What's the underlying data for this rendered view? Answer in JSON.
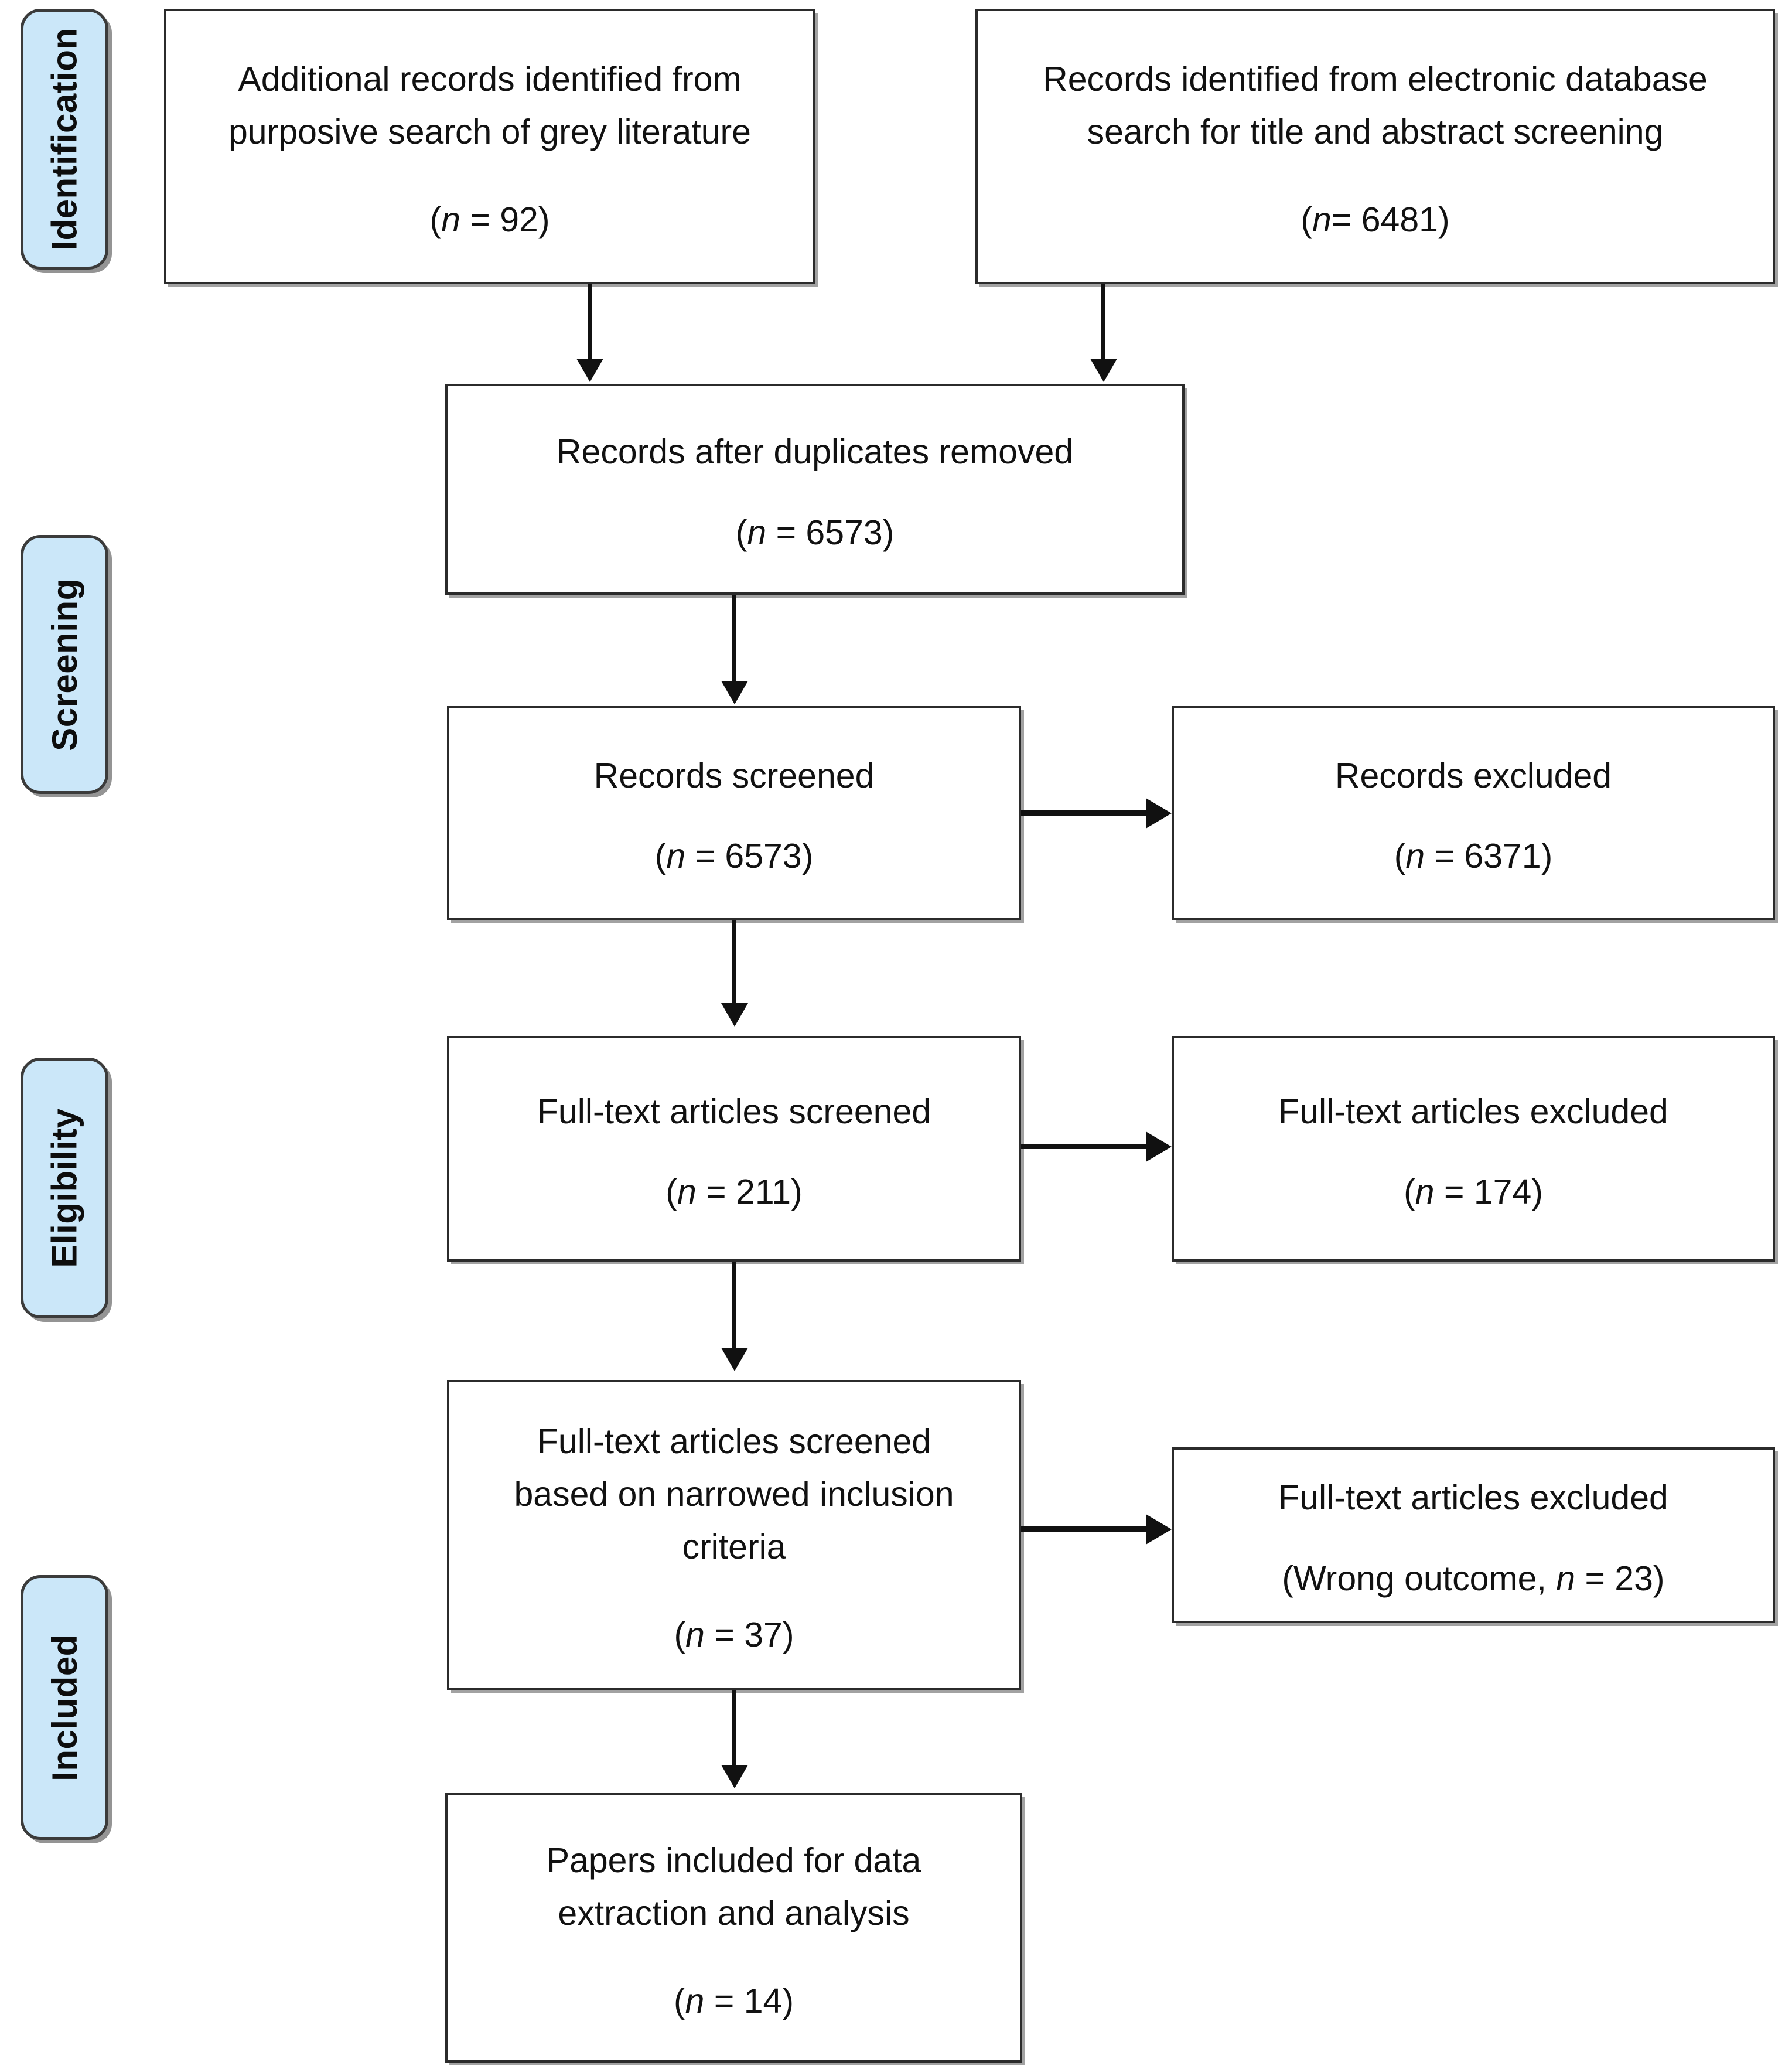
{
  "diagram": {
    "title": "PRISMA study selection flow diagram",
    "accent_color": "#cbe7f9",
    "border_color": "#2b2b2b",
    "background_color": "#ffffff"
  },
  "phases": [
    {
      "key": "identification",
      "label": "Identification"
    },
    {
      "key": "screening",
      "label": "Screening"
    },
    {
      "key": "eligibility",
      "label": "Eligibility"
    },
    {
      "key": "included",
      "label": "Included"
    }
  ],
  "boxes": {
    "grey_literature": {
      "line1": "Additional records identified from",
      "line2": "purposive search of grey literature",
      "count_open": "(",
      "count_n": "n",
      "count_rest": " = 92)"
    },
    "database_search": {
      "line1": "Records identified from electronic database",
      "line2": "search for title and abstract screening",
      "count_open": "(",
      "count_n": "n",
      "count_rest": "= 6481)"
    },
    "duplicates_removed": {
      "line1": "Records after duplicates removed",
      "count_open": "(",
      "count_n": "n",
      "count_rest": " = 6573)"
    },
    "records_screened": {
      "line1": "Records screened",
      "count_open": "(",
      "count_n": "n",
      "count_rest": " = 6573)"
    },
    "records_excluded": {
      "line1": "Records excluded",
      "count_open": "(",
      "count_n": "n",
      "count_rest": " = 6371)"
    },
    "fulltext_screened": {
      "line1": "Full-text articles screened",
      "count_open": "(",
      "count_n": "n",
      "count_rest": " = 211)"
    },
    "fulltext_excluded": {
      "line1": "Full-text articles excluded",
      "count_open": "(",
      "count_n": "n",
      "count_rest": " = 174)"
    },
    "fulltext_narrowed": {
      "line1": "Full-text articles screened",
      "line2": "based on narrowed inclusion",
      "line3": "criteria",
      "count_open": "(",
      "count_n": "n",
      "count_rest": " = 37)"
    },
    "fulltext_excluded_outcome": {
      "line1": "Full-text articles excluded",
      "count_open": "(Wrong outcome, ",
      "count_n": "n",
      "count_rest": " = 23)"
    },
    "papers_included": {
      "line1": "Papers included for data",
      "line2": "extraction and analysis",
      "count_open": "(",
      "count_n": "n",
      "count_rest": " = 14)"
    }
  },
  "flow_data": {
    "type": "flowchart",
    "nodes": [
      {
        "id": "grey_literature",
        "phase": "Identification",
        "label": "Additional records identified from purposive search of grey literature",
        "n": 92
      },
      {
        "id": "database_search",
        "phase": "Identification",
        "label": "Records identified from electronic database search for title and abstract screening",
        "n": 6481
      },
      {
        "id": "duplicates_removed",
        "phase": "Identification",
        "label": "Records after duplicates removed",
        "n": 6573
      },
      {
        "id": "records_screened",
        "phase": "Screening",
        "label": "Records screened",
        "n": 6573
      },
      {
        "id": "records_excluded",
        "phase": "Screening",
        "label": "Records excluded",
        "n": 6371
      },
      {
        "id": "fulltext_screened",
        "phase": "Eligibility",
        "label": "Full-text articles screened",
        "n": 211
      },
      {
        "id": "fulltext_excluded",
        "phase": "Eligibility",
        "label": "Full-text articles excluded",
        "n": 174
      },
      {
        "id": "fulltext_narrowed",
        "phase": "Eligibility",
        "label": "Full-text articles screened based on narrowed inclusion criteria",
        "n": 37
      },
      {
        "id": "fulltext_excluded_outcome",
        "phase": "Eligibility",
        "label": "Full-text articles excluded (Wrong outcome)",
        "n": 23
      },
      {
        "id": "papers_included",
        "phase": "Included",
        "label": "Papers included for data extraction and analysis",
        "n": 14
      }
    ],
    "edges": [
      {
        "from": "grey_literature",
        "to": "duplicates_removed",
        "direction": "down"
      },
      {
        "from": "database_search",
        "to": "duplicates_removed",
        "direction": "down"
      },
      {
        "from": "duplicates_removed",
        "to": "records_screened",
        "direction": "down"
      },
      {
        "from": "records_screened",
        "to": "records_excluded",
        "direction": "right"
      },
      {
        "from": "records_screened",
        "to": "fulltext_screened",
        "direction": "down"
      },
      {
        "from": "fulltext_screened",
        "to": "fulltext_excluded",
        "direction": "right"
      },
      {
        "from": "fulltext_screened",
        "to": "fulltext_narrowed",
        "direction": "down"
      },
      {
        "from": "fulltext_narrowed",
        "to": "fulltext_excluded_outcome",
        "direction": "right"
      },
      {
        "from": "fulltext_narrowed",
        "to": "papers_included",
        "direction": "down"
      }
    ]
  }
}
